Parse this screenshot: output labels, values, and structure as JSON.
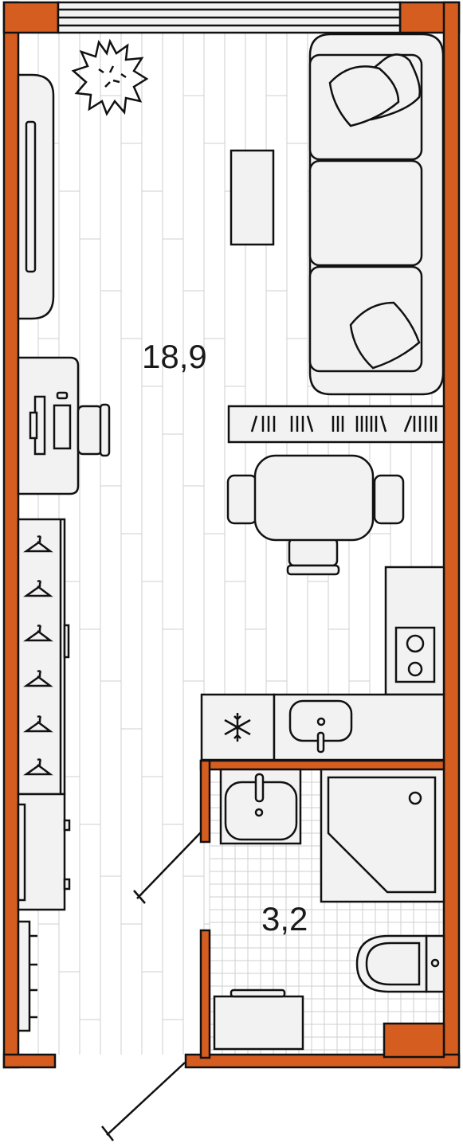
{
  "rooms": [
    {
      "name": "main-room",
      "area": "18,9"
    },
    {
      "name": "bathroom",
      "area": "3,2"
    }
  ],
  "colors": {
    "wall": "#d55d20",
    "furniture": "#f2f2f2",
    "outline": "#111111",
    "floor_line": "#cfcfcf"
  },
  "icons": [
    "plant-icon",
    "snowflake-icon",
    "hanger-icon",
    "door-swing-icon"
  ]
}
